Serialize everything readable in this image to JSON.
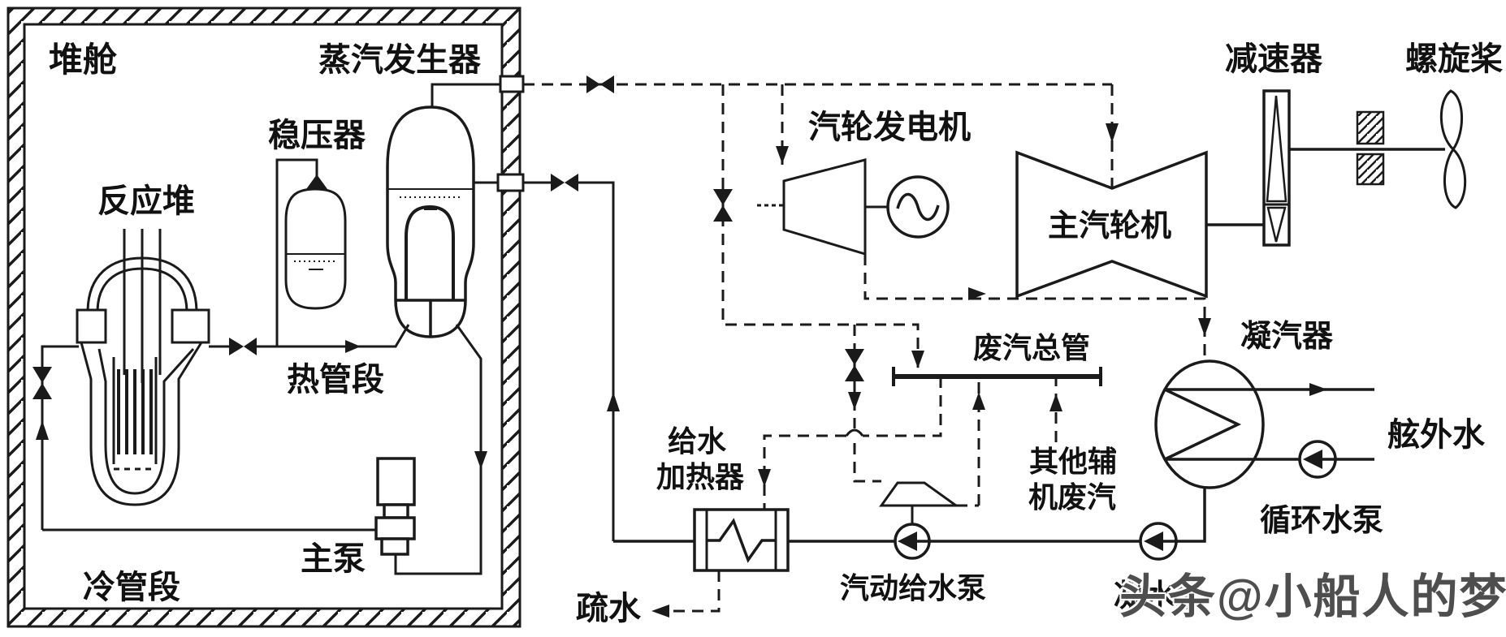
{
  "diagram": {
    "type": "schematic",
    "subject": "marine nuclear steam propulsion plant",
    "colors": {
      "line": "#1a1a1a",
      "background": "#ffffff",
      "watermark": "#4e4e4e"
    },
    "labels": {
      "containment": "堆舱",
      "steam_generator": "蒸汽发生器",
      "pressurizer": "稳压器",
      "reactor": "反应堆",
      "hot_leg": "热管段",
      "cold_leg": "冷管段",
      "main_pump": "主泵",
      "turbo_generator": "汽轮发电机",
      "main_turbine": "主汽轮机",
      "reduction_gear": "减速器",
      "propeller": "螺旋桨",
      "condenser": "凝汽器",
      "outboard_water": "舷外水",
      "circulating_pump": "循环水泵",
      "condensate_pump": "凝水泵",
      "exhaust_manifold": "废汽总管",
      "other_aux_exhaust_line1": "其他辅",
      "other_aux_exhaust_line2": "机废汽",
      "feedwater_heater_line1": "给水",
      "feedwater_heater_line2": "加热器",
      "drain": "疏水",
      "steam_feed_pump": "汽动给水泵"
    },
    "watermark": "头条@小船人的梦想"
  }
}
